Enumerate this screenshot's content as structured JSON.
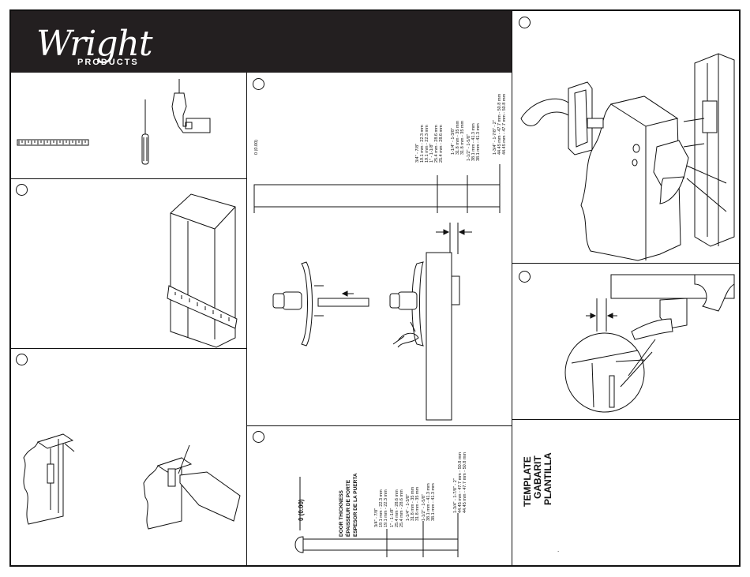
{
  "brand": {
    "logo_word": "Wright",
    "logo_sub": "PRODUCTS",
    "colors": {
      "header": "#231f20",
      "ink": "#111111",
      "paper": "#ffffff"
    }
  },
  "steps": {
    "s1": {
      "zero_label": "0 (0.00)",
      "ranges": [
        [
          "3/4\" - 7/8\"",
          "19.1 mm - 22.3 mm",
          "19.1 mm - 22.3 mm"
        ],
        [
          "1\" - 1-1/8\"",
          "25.4 mm - 28.6 mm",
          "25.4 mm - 28.6 mm"
        ],
        [
          "1-1/4\" - 1-3/8\"",
          "31.8 mm - 35 mm",
          "31.8 mm - 35 mm"
        ],
        [
          "1-1/2\" - 1-5/8\"",
          "38.1 mm - 41.3 mm",
          "38.1 mm - 41.3 mm"
        ],
        [
          "1-3/4\" - 1-7/8\" - 2\"",
          "44.45 mm - 47.7 mm - 50.8 mm",
          "44.45 mm - 47.7 mm - 50.8 mm"
        ]
      ]
    },
    "s2": {
      "zero_label": "0 (0.00)",
      "door_thickness": [
        "DOOR THICKNESS",
        "ÉPAISSEUR DE PORTE",
        "ESPESOR DE LA PUERTA"
      ],
      "ranges": [
        [
          "3/4\" - 7/8\"",
          "19.1 mm - 22.3 mm",
          "19.1 mm - 22.3 mm"
        ],
        [
          "1\" - 1-1/8\"",
          "25.4 mm - 28.6 mm",
          "25.4 mm - 28.6 mm"
        ],
        [
          "1-1/4\" - 1-3/8\"",
          "31.8 mm - 35 mm",
          "31.8 mm - 35 mm"
        ],
        [
          "1-1/2\" - 1-5/8\"",
          "38.1 mm - 41.3 mm",
          "38.1 mm - 41.3 mm"
        ],
        [
          "1-3/4\" - 1-7/8\" - 2\"",
          "44.45 mm - 47.7 mm - 50.8 mm",
          "44.45 mm - 47.7 mm - 50.8 mm"
        ]
      ]
    },
    "template": {
      "lines": [
        "TEMPLATE",
        "GABARIT",
        "PLANTILLA"
      ],
      "dot": "."
    }
  },
  "icons": [
    "ruler-icon",
    "screwdriver-icon",
    "drill-icon",
    "door-edge-icon",
    "door-ruler-icon",
    "door-mortise-icon",
    "door-chisel-icon",
    "handle-assembly-icon",
    "latch-mount-icon",
    "door-install-icon",
    "latch-closeup-icon",
    "template-rod-icon"
  ]
}
